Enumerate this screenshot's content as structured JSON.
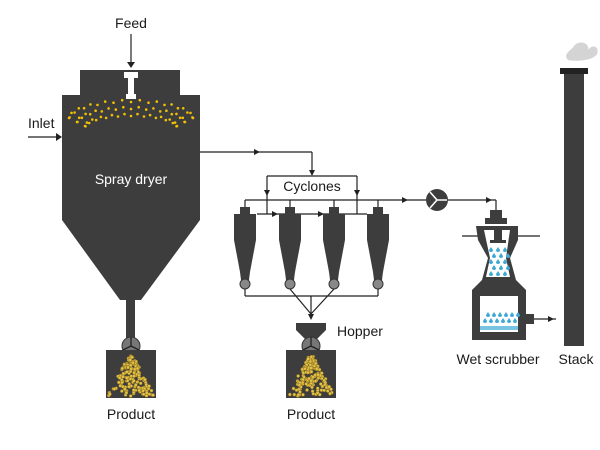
{
  "labels": {
    "feed": "Feed",
    "inlet": "Inlet",
    "spray_dryer": "Spray dryer",
    "cyclones": "Cyclones",
    "hopper": "Hopper",
    "product_left": "Product",
    "product_right": "Product",
    "wet_scrubber": "Wet scrubber",
    "stack": "Stack"
  },
  "colors": {
    "equipment": "#3d3d3d",
    "lines": "#222222",
    "spray": "#f2c200",
    "product": "#e6c246",
    "water": "#3fa9d6",
    "smoke": "#c8c8c8"
  },
  "icons": {
    "fan": "fan-icon",
    "valve": "rotary-valve-icon",
    "smoke": "smoke-icon"
  }
}
